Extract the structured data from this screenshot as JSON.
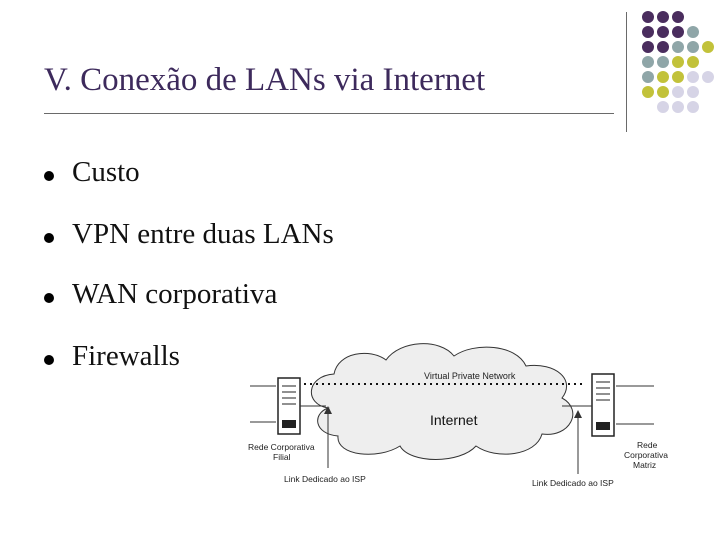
{
  "slide": {
    "title": "V. Conexão de LANs via Internet",
    "bullets": [
      "Custo",
      "VPN entre duas LANs",
      "WAN corporativa",
      "Firewalls"
    ]
  },
  "diagram": {
    "vpn_label": "Virtual Private Network",
    "internet_label": "Internet",
    "left_site_label": [
      "Rede Corporativa",
      "Filial"
    ],
    "right_site_label": [
      "Rede",
      "Corporativa",
      "Matriz"
    ],
    "left_link_label": "Link Dedicado ao ISP",
    "right_link_label": "Link Dedicado ao ISP"
  },
  "colors": {
    "title": "#3d2a5c",
    "dot_purple": "#4a2d5e",
    "dot_teal": "#8fa6a8",
    "dot_olive": "#c2c23a",
    "dot_lavender": "#d6d4e6"
  }
}
